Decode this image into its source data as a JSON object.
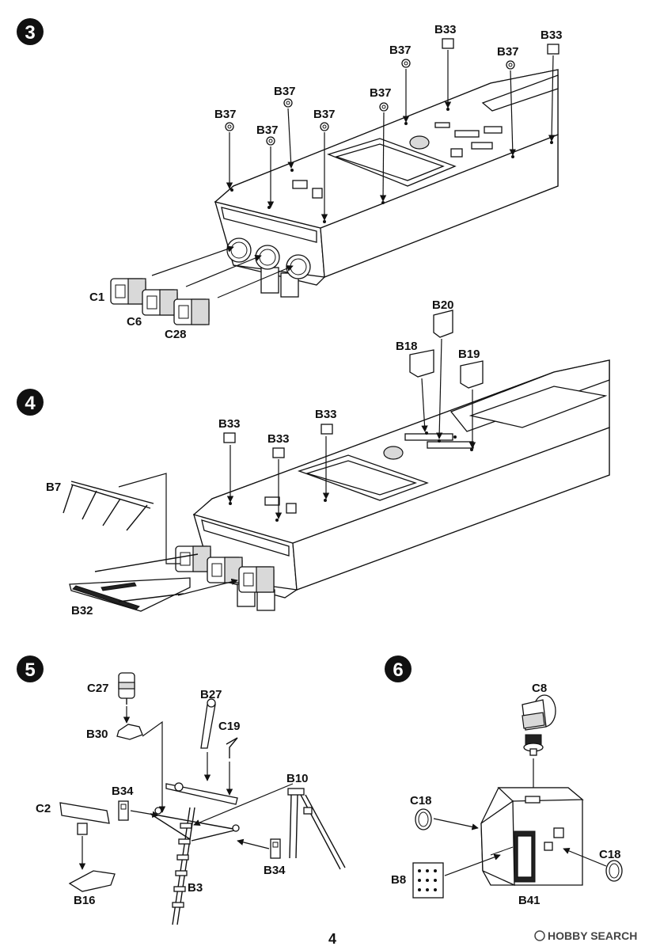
{
  "steps": {
    "s3": {
      "number": "3",
      "labels": {
        "b37a": "B37",
        "b37b": "B37",
        "b37c": "B37",
        "b37d": "B37",
        "b37e": "B37",
        "b37f": "B37",
        "b37g": "B37",
        "b33a": "B33",
        "b33b": "B33",
        "c1": "C1",
        "c6": "C6",
        "c28": "C28"
      }
    },
    "s4": {
      "number": "4",
      "labels": {
        "b20": "B20",
        "b18": "B18",
        "b19": "B19",
        "b33a": "B33",
        "b33b": "B33",
        "b33c": "B33",
        "b7": "B7",
        "b32": "B32"
      }
    },
    "s5": {
      "number": "5",
      "labels": {
        "c27": "C27",
        "b30": "B30",
        "b27": "B27",
        "c19": "C19",
        "b34a": "B34",
        "b10": "B10",
        "c2": "C2",
        "b34b": "B34",
        "b3": "B3",
        "b16": "B16"
      }
    },
    "s6": {
      "number": "6",
      "labels": {
        "c8": "C8",
        "c18a": "C18",
        "c18b": "C18",
        "b8": "B8",
        "b41": "B41"
      }
    }
  },
  "page_number": "4",
  "watermark": "HOBBY SEARCH"
}
